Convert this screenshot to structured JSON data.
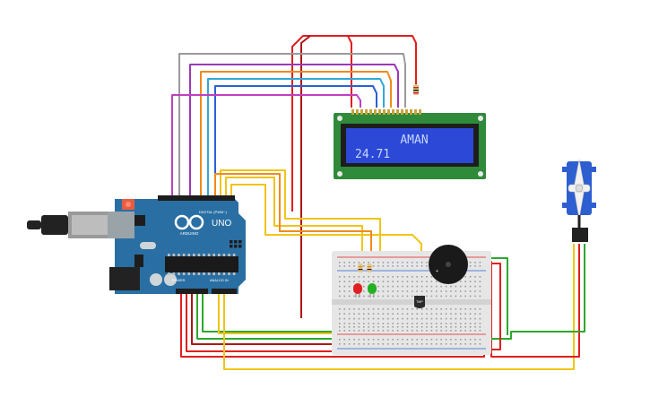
{
  "lcd": {
    "line1": "AMAN",
    "line2": "24.71",
    "backlight_color": "#2b48d6",
    "pcb_color": "#2f8a3a"
  },
  "arduino": {
    "brand": "ARDUINO",
    "model": "UNO",
    "header_digital": "DIGITAL (PWM~)",
    "header_power": "POWER",
    "header_analog": "ANALOG IN",
    "board_color": "#2a6fa3"
  },
  "sensor": {
    "label": "TMP"
  },
  "wire_colors": {
    "red": "#e01e1e",
    "green": "#2ea82e",
    "yellow": "#f0c419",
    "orange": "#f08a1c",
    "purple": "#9b3ab7",
    "magenta": "#c040c0",
    "cyan": "#31a8d8",
    "blue": "#2a5fd6",
    "gray": "#9a9a9a",
    "black": "#222222",
    "darkred": "#b01515"
  },
  "leds": {
    "red": "#e02020",
    "green": "#23b023"
  }
}
